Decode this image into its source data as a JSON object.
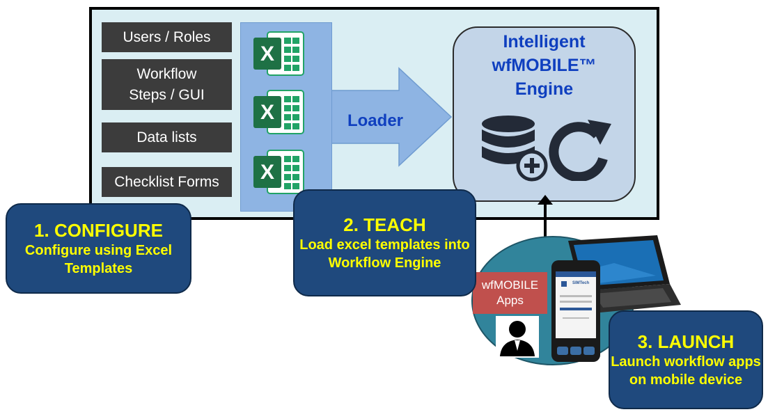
{
  "config_items": [
    {
      "label": "Users / Roles"
    },
    {
      "label": "Workflow\nSteps / GUI"
    },
    {
      "label": "Data lists"
    },
    {
      "label": "Checklist Forms"
    }
  ],
  "excel_icons": [
    "excel-icon",
    "excel-icon",
    "excel-icon"
  ],
  "loader": {
    "label": "Loader"
  },
  "engine": {
    "title": "Intelligent\nwfMOBILE™\nEngine",
    "icons": [
      "database-add-icon",
      "refresh-icon"
    ]
  },
  "steps": [
    {
      "heading": "1. CONFIGURE",
      "body": "Configure using Excel Templates"
    },
    {
      "heading": "2. TEACH",
      "body": "Load excel templates into Workflow Engine"
    },
    {
      "heading": "3. LAUNCH",
      "body": "Launch workflow apps on mobile device"
    }
  ],
  "mobile": {
    "apps_label": "wfMOBILE\nApps",
    "brand": "SIMTech",
    "icons": [
      "user-icon",
      "phone-icon",
      "laptop-icon"
    ]
  },
  "colors": {
    "callout_bg": "#1f497d",
    "callout_text": "#ffff00",
    "accent_blue": "#0f3fbf",
    "frame_bg": "#daeef3",
    "apps_badge": "#c0504d"
  }
}
